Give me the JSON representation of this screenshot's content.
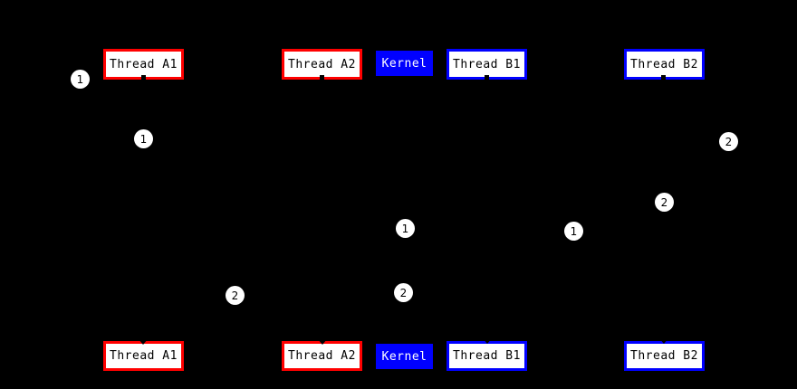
{
  "diagram": {
    "background_color": "#000000",
    "colors": {
      "thread_a_border": "#ff0000",
      "thread_b_border": "#0000ff",
      "kernel_fill": "#0000ff",
      "kernel_text": "#ffffff",
      "box_fill": "#ffffff",
      "box_text": "#000000",
      "badge_fill": "#ffffff",
      "badge_text": "#000000"
    },
    "top_boxes": [
      {
        "label": "Thread A1",
        "style": "red-outline"
      },
      {
        "label": "Thread A2",
        "style": "red-outline"
      },
      {
        "label": "Kernel",
        "style": "blue-filled"
      },
      {
        "label": "Thread B1",
        "style": "blue-outline"
      },
      {
        "label": "Thread B2",
        "style": "blue-outline"
      }
    ],
    "bottom_boxes": [
      {
        "label": "Thread A1",
        "style": "red-outline"
      },
      {
        "label": "Thread A2",
        "style": "red-outline"
      },
      {
        "label": "Kernel",
        "style": "blue-filled"
      },
      {
        "label": "Thread B1",
        "style": "blue-outline"
      },
      {
        "label": "Thread B2",
        "style": "blue-outline"
      }
    ],
    "badges": [
      {
        "label": "1"
      },
      {
        "label": "1"
      },
      {
        "label": "2"
      },
      {
        "label": "2"
      },
      {
        "label": "1"
      },
      {
        "label": "1"
      },
      {
        "label": "2"
      },
      {
        "label": "2"
      }
    ]
  }
}
